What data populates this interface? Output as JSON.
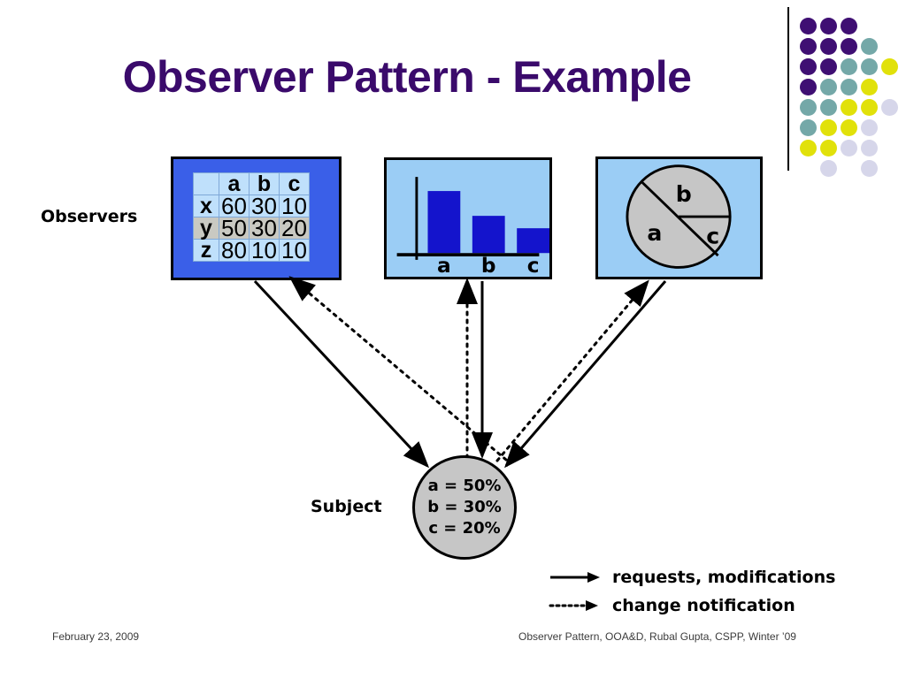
{
  "slide": {
    "title": "Observer Pattern - Example",
    "title_color": "#3a0a6b",
    "background": "#ffffff"
  },
  "labels": {
    "observers": "Observers",
    "subject": "Subject"
  },
  "observers": {
    "table_view": {
      "name": "table-observer",
      "box_color": "#3a5fe8",
      "column_headers": [
        "",
        "a",
        "b",
        "c"
      ],
      "rows": [
        {
          "header": "x",
          "values": [
            "60",
            "30",
            "10"
          ],
          "highlighted": false
        },
        {
          "header": "y",
          "values": [
            "50",
            "30",
            "20"
          ],
          "highlighted": true
        },
        {
          "header": "z",
          "values": [
            "80",
            "10",
            "10"
          ],
          "highlighted": false
        }
      ],
      "cell_color": "#bfe0fb",
      "highlight_color": "#c9c9c2"
    },
    "bar_view": {
      "name": "bar-chart-observer",
      "box_color": "#9bcdf5",
      "bar_color": "#1414cc",
      "chart_data": {
        "type": "bar",
        "categories": [
          "a",
          "b",
          "c"
        ],
        "values": [
          50,
          30,
          20
        ],
        "title": "",
        "xlabel": "",
        "ylabel": "",
        "ylim": [
          0,
          60
        ],
        "grid": false,
        "legend": "none"
      }
    },
    "pie_view": {
      "name": "pie-chart-observer",
      "box_color": "#9bcdf5",
      "slice_color": "#c6c6c6",
      "chart_data": {
        "type": "pie",
        "labels": [
          "a",
          "b",
          "c"
        ],
        "values": [
          50,
          30,
          20
        ],
        "title": "",
        "legend": "none"
      }
    }
  },
  "subject": {
    "name": "subject-node",
    "fill": "#c6c6c6",
    "lines": [
      "a  =  50%",
      "b  =  30%",
      "c  =  20%"
    ],
    "chart_data": {
      "type": "table",
      "categories": [
        "a",
        "b",
        "c"
      ],
      "values": [
        50,
        30,
        20
      ],
      "unit": "%"
    }
  },
  "legend": {
    "items": [
      {
        "icon": "solid-arrow-icon",
        "style": "solid",
        "label": "requests,  modifications"
      },
      {
        "icon": "dotted-arrow-icon",
        "style": "dotted",
        "label": "change  notification"
      }
    ]
  },
  "footer": {
    "date": "February 23, 2009",
    "info": "Observer Pattern, OOA&D, Rubal Gupta, CSPP, Winter ’09"
  },
  "decoration": {
    "name": "dot-grid-decoration",
    "colors": {
      "purple": "#3f0f73",
      "teal": "#74a8a8",
      "yellow": "#e1e10a",
      "lavender": "#d6d6ea"
    },
    "grid": [
      [
        "purple",
        "purple",
        "purple",
        null,
        null
      ],
      [
        "purple",
        "purple",
        "purple",
        "teal",
        null
      ],
      [
        "purple",
        "purple",
        "teal",
        "teal",
        "yellow"
      ],
      [
        "purple",
        "teal",
        "teal",
        "yellow",
        null
      ],
      [
        "teal",
        "teal",
        "yellow",
        "yellow",
        "lavender"
      ],
      [
        "teal",
        "yellow",
        "yellow",
        "lavender",
        null
      ],
      [
        "yellow",
        "yellow",
        "lavender",
        "lavender",
        null
      ],
      [
        null,
        "lavender",
        null,
        "lavender",
        null
      ]
    ]
  }
}
